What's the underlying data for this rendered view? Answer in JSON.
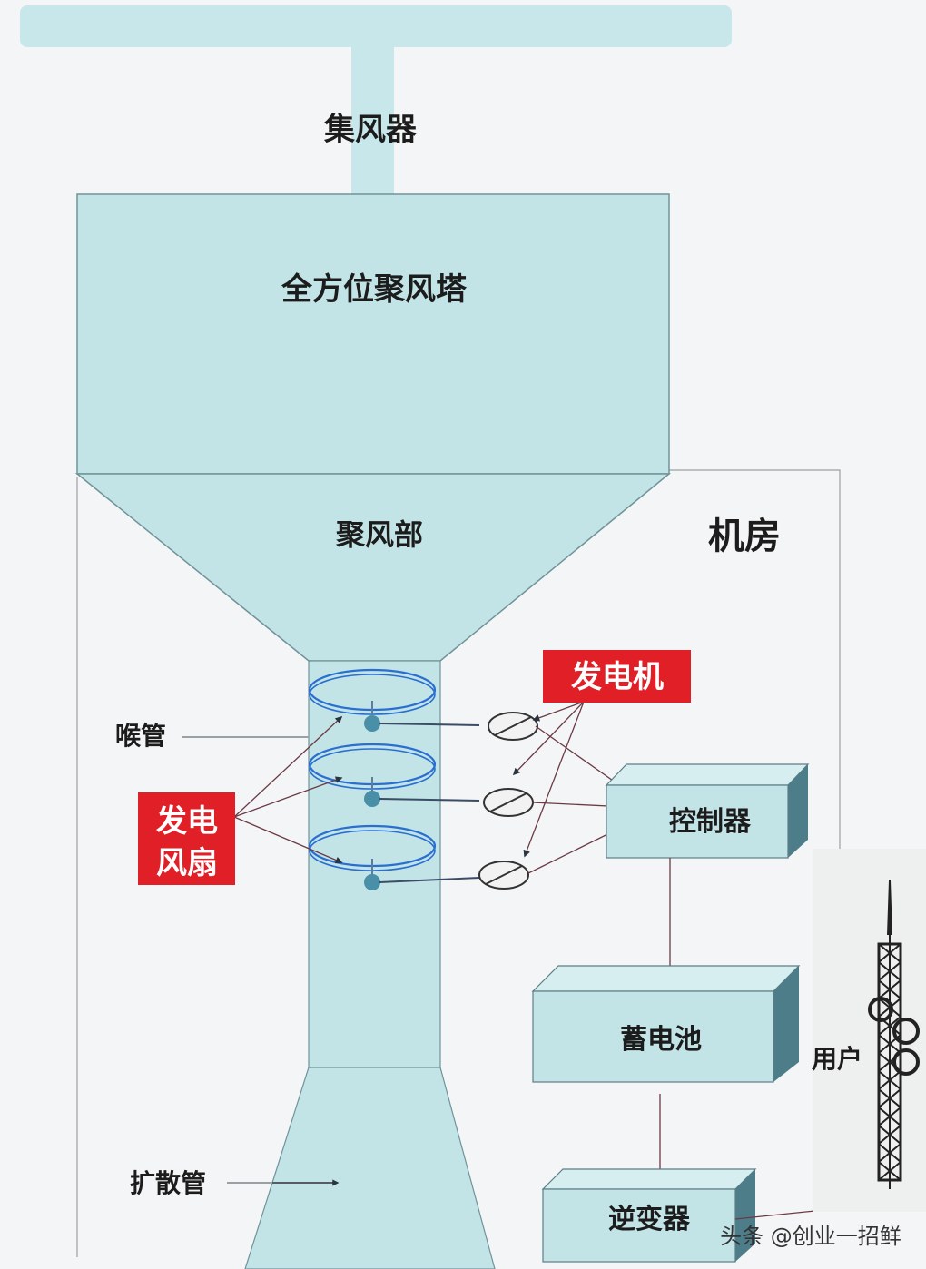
{
  "labels": {
    "collector": "集风器",
    "tower": "全方位聚风塔",
    "concentrator": "聚风部",
    "machine_room": "机房",
    "throat": "喉管",
    "generator": "发电机",
    "fan_line1": "发电",
    "fan_line2": "风扇",
    "controller": "控制器",
    "battery": "蓄电池",
    "user": "用户",
    "diffuser": "扩散管",
    "inverter": "逆变器",
    "watermark": "头条 @创业一招鲜"
  },
  "colors": {
    "tower_fill": "#c2e4e7",
    "tower_stroke": "#5d7f86",
    "highlight": "#e01f26",
    "arrow": "#3a3f4a"
  }
}
